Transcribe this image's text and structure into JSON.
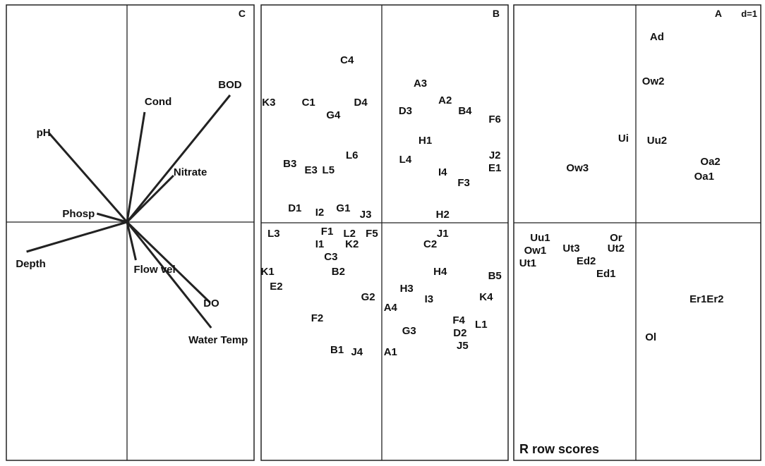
{
  "chart_data": [
    {
      "type": "scatter",
      "panel_label": "C",
      "mark": "arrows",
      "origin": [
        0,
        0
      ],
      "xlim": [
        -1,
        1
      ],
      "ylim": [
        -1,
        1
      ],
      "grid": false,
      "vectors": [
        {
          "label": "BOD",
          "x": 0.82,
          "y": 0.6
        },
        {
          "label": "Cond",
          "x": 0.14,
          "y": 0.52
        },
        {
          "label": "pH",
          "x": -0.62,
          "y": 0.42
        },
        {
          "label": "Nitrate",
          "x": 0.37,
          "y": 0.22
        },
        {
          "label": "Phosp",
          "x": -0.24,
          "y": 0.04
        },
        {
          "label": "Depth",
          "x": -0.8,
          "y": -0.14
        },
        {
          "label": "Flow vel",
          "x": 0.07,
          "y": -0.18
        },
        {
          "label": "DO",
          "x": 0.66,
          "y": -0.38
        },
        {
          "label": "Water Temp",
          "x": 0.67,
          "y": -0.5
        }
      ]
    },
    {
      "type": "scatter",
      "panel_label": "B",
      "mark": "labels",
      "origin": [
        0,
        0
      ],
      "xlim": [
        -1,
        1
      ],
      "ylim": [
        -1,
        1
      ],
      "grid": false,
      "points": [
        {
          "label": "C4",
          "x": -0.28,
          "y": 0.77
        },
        {
          "label": "A3",
          "x": 0.31,
          "y": 0.66
        },
        {
          "label": "K3",
          "x": -0.91,
          "y": 0.57
        },
        {
          "label": "C1",
          "x": -0.59,
          "y": 0.57
        },
        {
          "label": "D4",
          "x": -0.17,
          "y": 0.57
        },
        {
          "label": "A2",
          "x": 0.51,
          "y": 0.58
        },
        {
          "label": "G4",
          "x": -0.39,
          "y": 0.51
        },
        {
          "label": "D3",
          "x": 0.19,
          "y": 0.53
        },
        {
          "label": "B4",
          "x": 0.67,
          "y": 0.53
        },
        {
          "label": "F6",
          "x": 0.91,
          "y": 0.49
        },
        {
          "label": "H1",
          "x": 0.35,
          "y": 0.39
        },
        {
          "label": "L4",
          "x": 0.19,
          "y": 0.3
        },
        {
          "label": "J2",
          "x": 0.91,
          "y": 0.32
        },
        {
          "label": "L6",
          "x": -0.24,
          "y": 0.32
        },
        {
          "label": "B3",
          "x": -0.74,
          "y": 0.28
        },
        {
          "label": "E3",
          "x": -0.57,
          "y": 0.25
        },
        {
          "label": "L5",
          "x": -0.43,
          "y": 0.25
        },
        {
          "label": "E1",
          "x": 0.91,
          "y": 0.26
        },
        {
          "label": "I4",
          "x": 0.49,
          "y": 0.24
        },
        {
          "label": "F3",
          "x": 0.66,
          "y": 0.19
        },
        {
          "label": "D1",
          "x": -0.7,
          "y": 0.07
        },
        {
          "label": "G1",
          "x": -0.31,
          "y": 0.07
        },
        {
          "label": "I2",
          "x": -0.5,
          "y": 0.05
        },
        {
          "label": "J3",
          "x": -0.13,
          "y": 0.04
        },
        {
          "label": "H2",
          "x": 0.49,
          "y": 0.04
        },
        {
          "label": "L3",
          "x": -0.87,
          "y": -0.05
        },
        {
          "label": "F1",
          "x": -0.44,
          "y": -0.04
        },
        {
          "label": "L2",
          "x": -0.26,
          "y": -0.05
        },
        {
          "label": "F5",
          "x": -0.08,
          "y": -0.05
        },
        {
          "label": "J1",
          "x": 0.49,
          "y": -0.05
        },
        {
          "label": "I1",
          "x": -0.5,
          "y": -0.1
        },
        {
          "label": "C2",
          "x": 0.39,
          "y": -0.1
        },
        {
          "label": "K2",
          "x": -0.24,
          "y": -0.1
        },
        {
          "label": "C3",
          "x": -0.41,
          "y": -0.16
        },
        {
          "label": "K1",
          "x": -0.92,
          "y": -0.23
        },
        {
          "label": "B2",
          "x": -0.35,
          "y": -0.23
        },
        {
          "label": "H4",
          "x": 0.47,
          "y": -0.23
        },
        {
          "label": "B5",
          "x": 0.91,
          "y": -0.25
        },
        {
          "label": "E2",
          "x": -0.85,
          "y": -0.3
        },
        {
          "label": "H3",
          "x": 0.2,
          "y": -0.31
        },
        {
          "label": "G2",
          "x": -0.11,
          "y": -0.35
        },
        {
          "label": "K4",
          "x": 0.84,
          "y": -0.35
        },
        {
          "label": "I3",
          "x": 0.38,
          "y": -0.36
        },
        {
          "label": "A4",
          "x": 0.07,
          "y": -0.4
        },
        {
          "label": "F2",
          "x": -0.52,
          "y": -0.45
        },
        {
          "label": "F4",
          "x": 0.62,
          "y": -0.46
        },
        {
          "label": "L1",
          "x": 0.8,
          "y": -0.48
        },
        {
          "label": "G3",
          "x": 0.22,
          "y": -0.51
        },
        {
          "label": "D2",
          "x": 0.63,
          "y": -0.52
        },
        {
          "label": "J5",
          "x": 0.65,
          "y": -0.58
        },
        {
          "label": "B1",
          "x": -0.36,
          "y": -0.6
        },
        {
          "label": "J4",
          "x": -0.2,
          "y": -0.61
        },
        {
          "label": "A1",
          "x": 0.07,
          "y": -0.61
        }
      ]
    },
    {
      "type": "scatter",
      "panel_label": "A",
      "scale_label": "d=1",
      "caption": "R row scores",
      "mark": "labels",
      "origin": [
        0,
        0
      ],
      "xlim": [
        -1,
        1
      ],
      "ylim": [
        -1,
        1
      ],
      "grid": false,
      "points": [
        {
          "label": "Ad",
          "x": 0.17,
          "y": 0.88
        },
        {
          "label": "Ow2",
          "x": 0.14,
          "y": 0.67
        },
        {
          "label": "Ui",
          "x": -0.1,
          "y": 0.4
        },
        {
          "label": "Uu2",
          "x": 0.17,
          "y": 0.39
        },
        {
          "label": "Ow3",
          "x": -0.47,
          "y": 0.26
        },
        {
          "label": "Oa2",
          "x": 0.6,
          "y": 0.29
        },
        {
          "label": "Oa1",
          "x": 0.55,
          "y": 0.22
        },
        {
          "label": "Uu1",
          "x": -0.77,
          "y": -0.07
        },
        {
          "label": "Or",
          "x": -0.16,
          "y": -0.07
        },
        {
          "label": "Ow1",
          "x": -0.81,
          "y": -0.13
        },
        {
          "label": "Ut3",
          "x": -0.52,
          "y": -0.12
        },
        {
          "label": "Ut2",
          "x": -0.16,
          "y": -0.12
        },
        {
          "label": "Ut1",
          "x": -0.87,
          "y": -0.19
        },
        {
          "label": "Ed2",
          "x": -0.4,
          "y": -0.18
        },
        {
          "label": "Ed1",
          "x": -0.24,
          "y": -0.24
        },
        {
          "label": "Er1Er2",
          "x": 0.57,
          "y": -0.36
        },
        {
          "label": "Ol",
          "x": 0.12,
          "y": -0.54
        }
      ]
    }
  ]
}
